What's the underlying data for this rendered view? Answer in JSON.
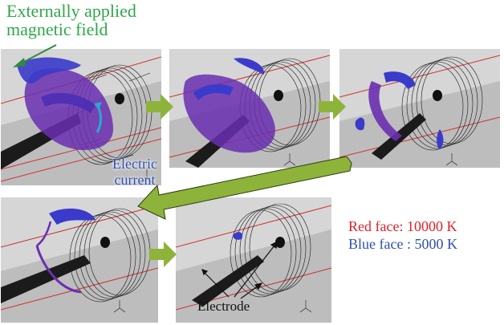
{
  "title": {
    "line1": "Externally applied",
    "line2": "magnetic field"
  },
  "labels": {
    "electric_current_line1": "Electric",
    "electric_current_line2": "current",
    "electrode": "Electrode"
  },
  "legend": {
    "red_face": "Red face: 10000 K",
    "blue_face": "Blue face : 5000 K"
  },
  "colors": {
    "title_green": "#2fa84a",
    "field_arrow_green": "#2e8b3d",
    "flow_arrow_green": "#8db33a",
    "red_face": "#e0202a",
    "blue_face": "#2f4fb5",
    "plasma_purple": "#6a2fb0",
    "current_cyan": "#2aa7d6"
  }
}
